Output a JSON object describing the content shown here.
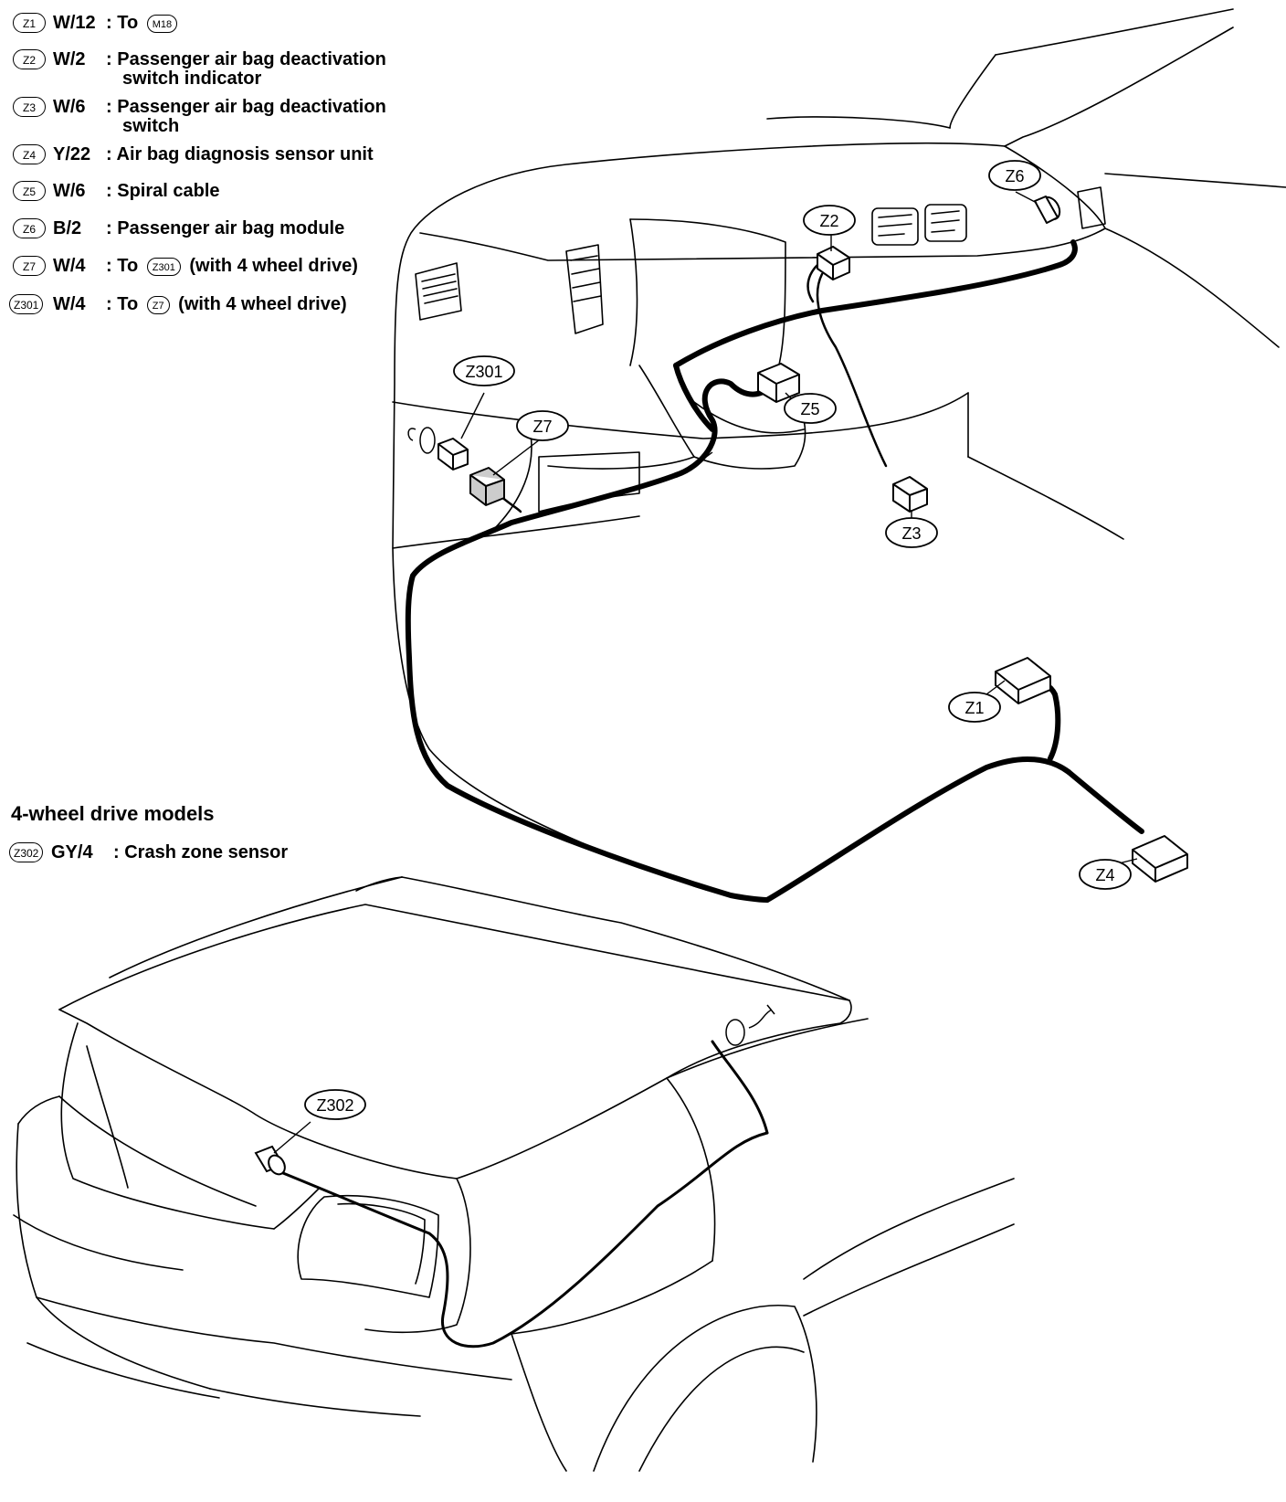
{
  "legend": [
    {
      "code": "Z1",
      "wire": "W/12",
      "sep": ":",
      "desc": "To",
      "ref": "M18",
      "suffix": ""
    },
    {
      "code": "Z2",
      "wire": "W/2",
      "sep": ":",
      "desc": "Passenger air bag deactivation",
      "desc2": "switch indicator"
    },
    {
      "code": "Z3",
      "wire": "W/6",
      "sep": ":",
      "desc": "Passenger air bag deactivation",
      "desc2": "switch"
    },
    {
      "code": "Z4",
      "wire": "Y/22",
      "sep": ":",
      "desc": "Air bag diagnosis sensor unit"
    },
    {
      "code": "Z5",
      "wire": "W/6",
      "sep": ":",
      "desc": "Spiral cable"
    },
    {
      "code": "Z6",
      "wire": "B/2",
      "sep": ":",
      "desc": "Passenger air bag module"
    },
    {
      "code": "Z7",
      "wire": "W/4",
      "sep": ":",
      "desc": "To",
      "ref": "Z301",
      "suffix": "(with 4 wheel drive)"
    },
    {
      "code": "Z301",
      "wire": "W/4",
      "sep": ":",
      "desc": "To",
      "ref": "Z7",
      "suffix": "(with 4 wheel drive)"
    }
  ],
  "section": {
    "title": "4-wheel drive models",
    "item": {
      "code": "Z302",
      "wire": "GY/4",
      "sep": ":",
      "desc": "Crash zone sensor"
    }
  },
  "callouts": {
    "z1": "Z1",
    "z2": "Z2",
    "z3": "Z3",
    "z4": "Z4",
    "z5": "Z5",
    "z6": "Z6",
    "z7": "Z7",
    "z301": "Z301",
    "z302": "Z302"
  }
}
